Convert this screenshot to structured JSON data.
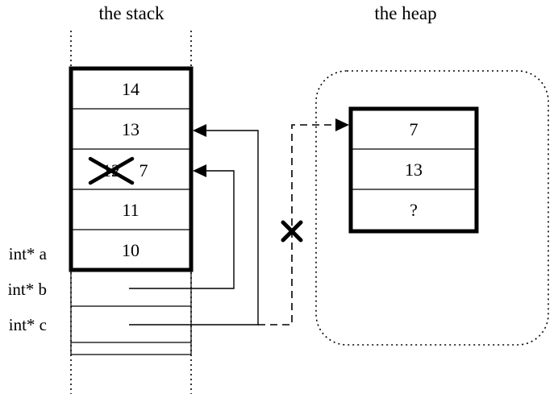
{
  "titles": {
    "stack": "the stack",
    "heap": "the heap"
  },
  "stack": {
    "cells": [
      "14",
      "13",
      "12",
      "11",
      "10"
    ],
    "new_value": "7",
    "pointer_labels": [
      "int* a",
      "int* b",
      "int* c"
    ]
  },
  "heap": {
    "cells": [
      "7",
      "13",
      "?"
    ]
  },
  "colors": {
    "line": "#000000",
    "background": "#ffffff"
  }
}
